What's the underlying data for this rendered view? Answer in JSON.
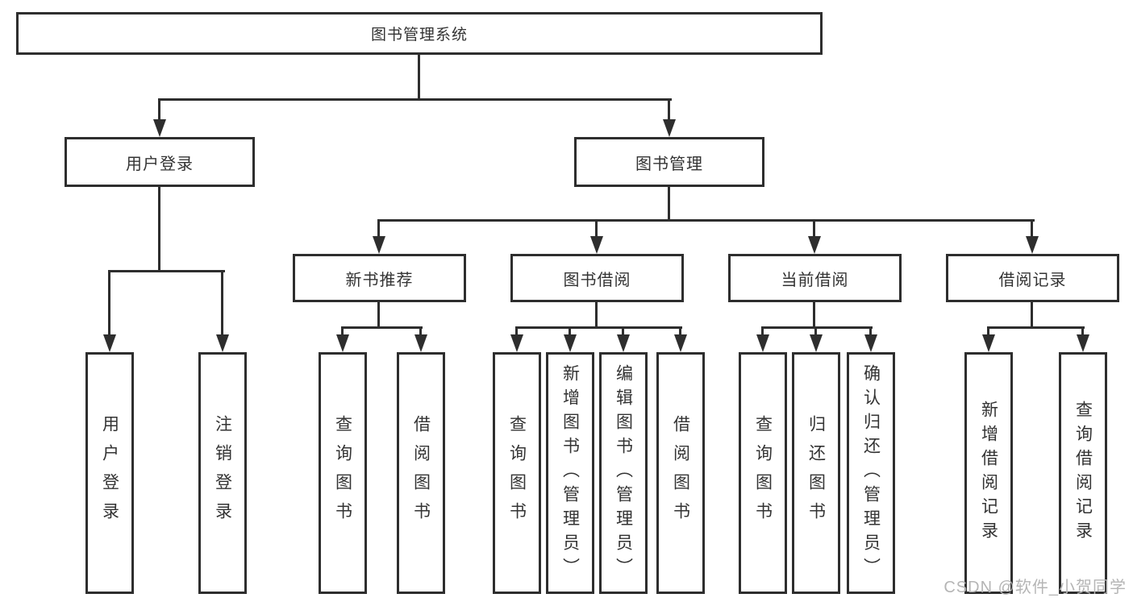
{
  "tree": {
    "label": "图书管理系统",
    "children": [
      {
        "label": "用户登录",
        "children": [
          {
            "label": "用户登录"
          },
          {
            "label": "注销登录"
          }
        ]
      },
      {
        "label": "图书管理",
        "children": [
          {
            "label": "新书推荐",
            "children": [
              {
                "label": "查询图书"
              },
              {
                "label": "借阅图书"
              }
            ]
          },
          {
            "label": "图书借阅",
            "children": [
              {
                "label": "查询图书"
              },
              {
                "label": "新增图书（管理员）"
              },
              {
                "label": "编辑图书（管理员）"
              },
              {
                "label": "借阅图书"
              }
            ]
          },
          {
            "label": "当前借阅",
            "children": [
              {
                "label": "查询图书"
              },
              {
                "label": "归还图书"
              },
              {
                "label": "确认归还（管理员）"
              }
            ]
          },
          {
            "label": "借阅记录",
            "children": [
              {
                "label": "新增借阅记录"
              },
              {
                "label": "查询借阅记录"
              }
            ]
          }
        ]
      }
    ]
  },
  "watermark": "CSDN @软件_小贺同学",
  "colors": {
    "line": "#2e2e2e",
    "text": "#333333",
    "watermark": "#b5b5b5"
  }
}
